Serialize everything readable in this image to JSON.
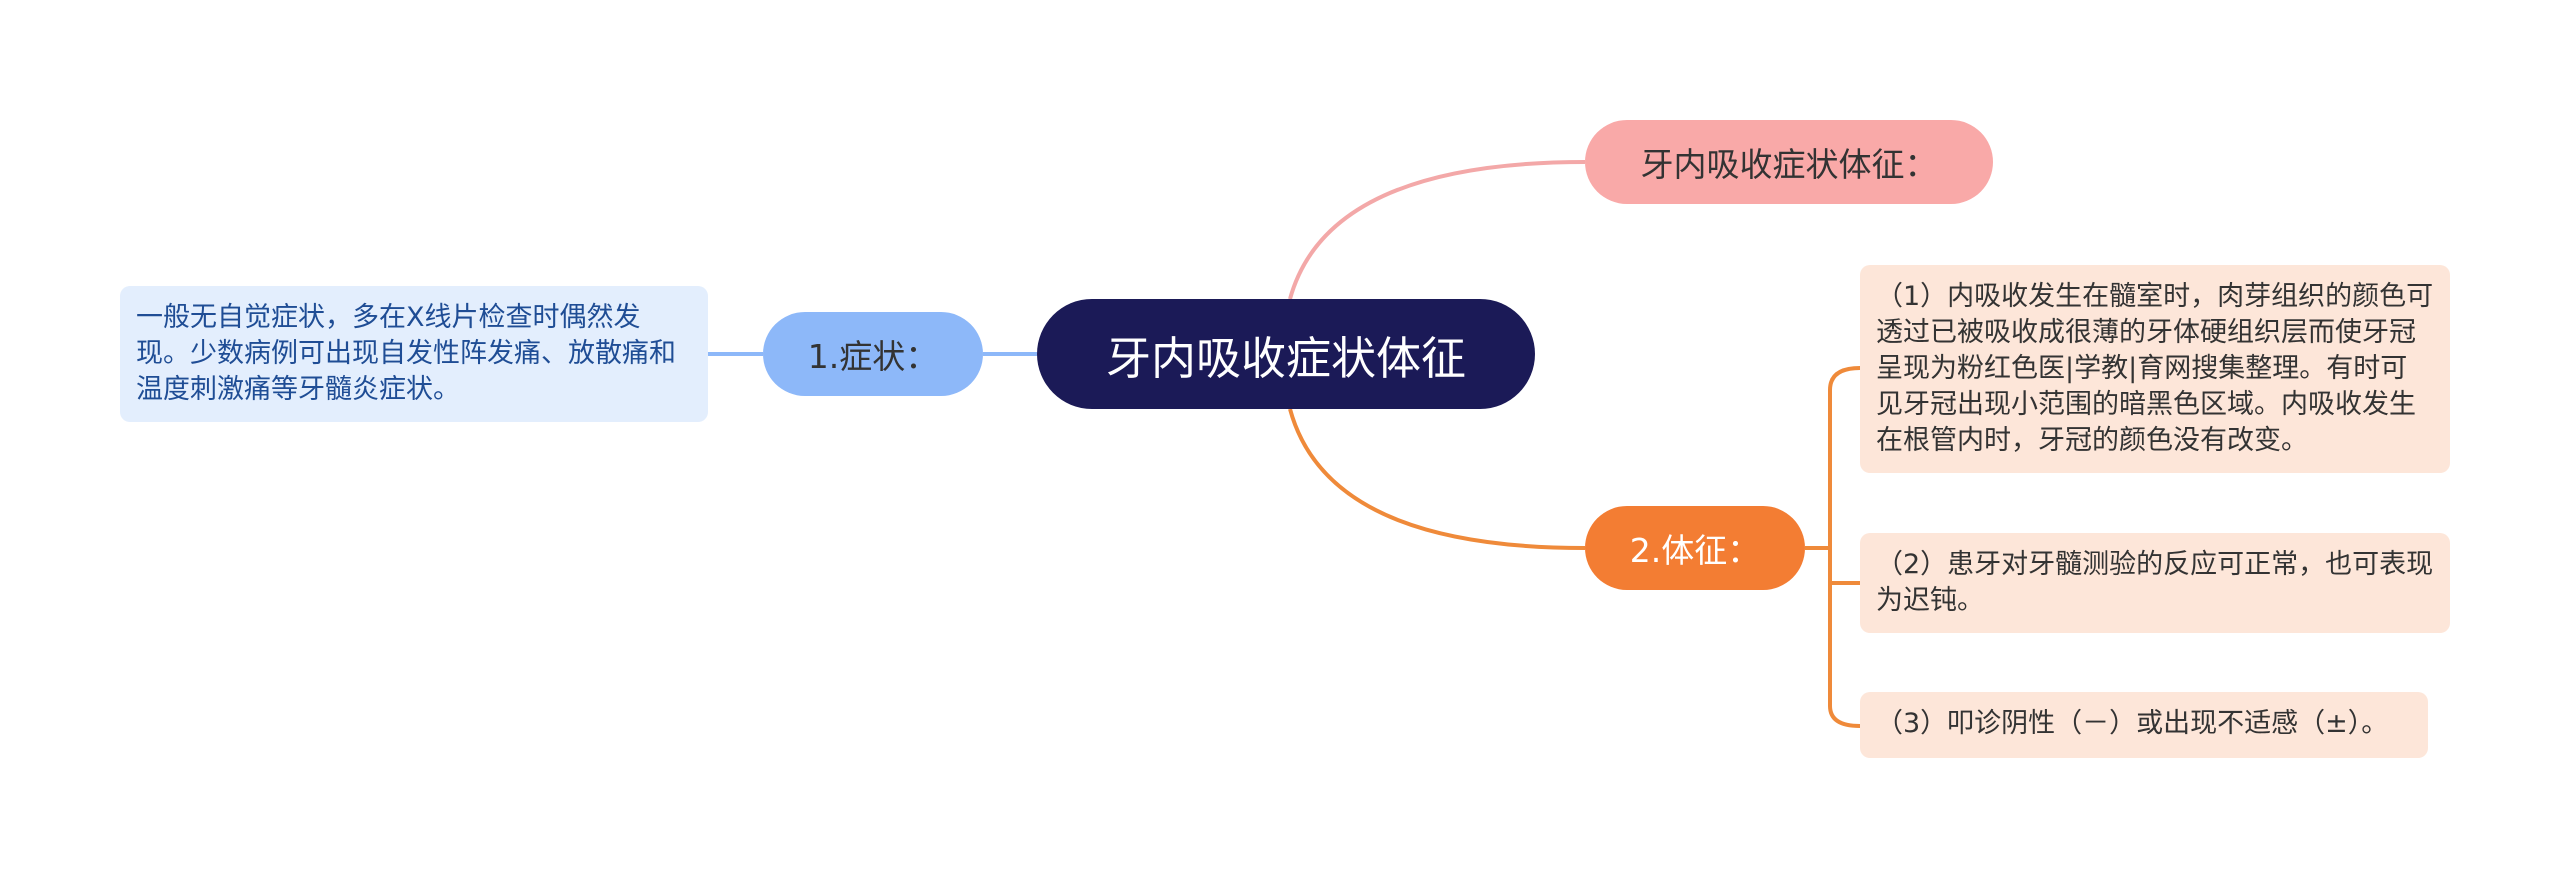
{
  "center": {
    "label": "牙内吸收症状体征"
  },
  "branches": {
    "title": {
      "label": "牙内吸收症状体征：",
      "color": "#f9a9a8"
    },
    "symptom": {
      "label": "1.症状：",
      "color": "#8db8f9",
      "detail": "一般无自觉症状，多在X线片检查时偶然发现。少数病例可出现自发性阵发痛、放散痛和温度刺激痛等牙髓炎症状。"
    },
    "signs": {
      "label": "2.体征：",
      "color": "#f37d33",
      "items": [
        "（1）内吸收发生在髓室时，肉芽组织的颜色可透过已被吸收成很薄的牙体硬组织层而使牙冠呈现为粉红色医|学教|育网搜集整理。有时可见牙冠出现小范围的暗黑色区域。内吸收发生在根管内时，牙冠的颜色没有改变。",
        "（2）患牙对牙髓测验的反应可正常，也可表现为迟钝。",
        "（3）叩诊阴性（－）或出现不适感（±）。"
      ]
    }
  }
}
